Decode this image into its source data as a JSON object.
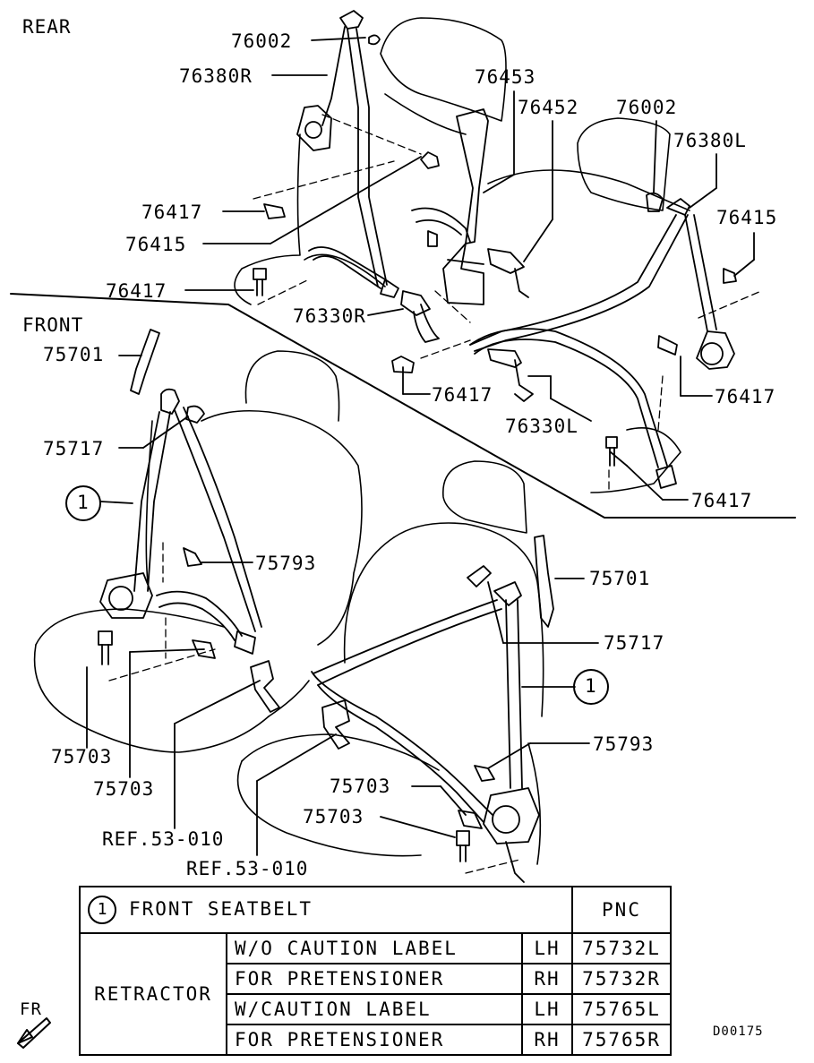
{
  "labels": {
    "rear": "REAR",
    "front": "FRONT",
    "p76002_top": "76002",
    "p76380r": "76380R",
    "p76453": "76453",
    "p76452": "76452",
    "p76002_right": "76002",
    "p76380l": "76380L",
    "p76417_a": "76417",
    "p76415_a": "76415",
    "p76415_b": "76415",
    "p76417_b": "76417",
    "p76330r": "76330R",
    "p76417_c": "76417",
    "p76417_d": "76417",
    "p76330l": "76330L",
    "p76417_e": "76417",
    "p75701_l": "75701",
    "p75717_l": "75717",
    "callout_1_left": "1",
    "p75793_l": "75793",
    "p75703_a": "75703",
    "p75703_b": "75703",
    "ref_a": "REF.53-010",
    "ref_b": "REF.53-010",
    "p75701_r": "75701",
    "p75717_r": "75717",
    "callout_1_right": "1",
    "p75793_r": "75793",
    "p75703_c": "75703",
    "p75703_d": "75703",
    "fr": "FR",
    "diagram_id": "D00175"
  },
  "table": {
    "callout": "1",
    "title": "FRONT SEATBELT",
    "pnc_header": "PNC",
    "group_label": "RETRACTOR",
    "rows": [
      {
        "desc": "W/O CAUTION LABEL",
        "side": "LH",
        "pnc": "75732L"
      },
      {
        "desc": "FOR PRETENSIONER",
        "side": "RH",
        "pnc": "75732R"
      },
      {
        "desc": "W/CAUTION LABEL",
        "side": "LH",
        "pnc": "75765L"
      },
      {
        "desc": "FOR PRETENSIONER",
        "side": "RH",
        "pnc": "75765R"
      }
    ]
  }
}
